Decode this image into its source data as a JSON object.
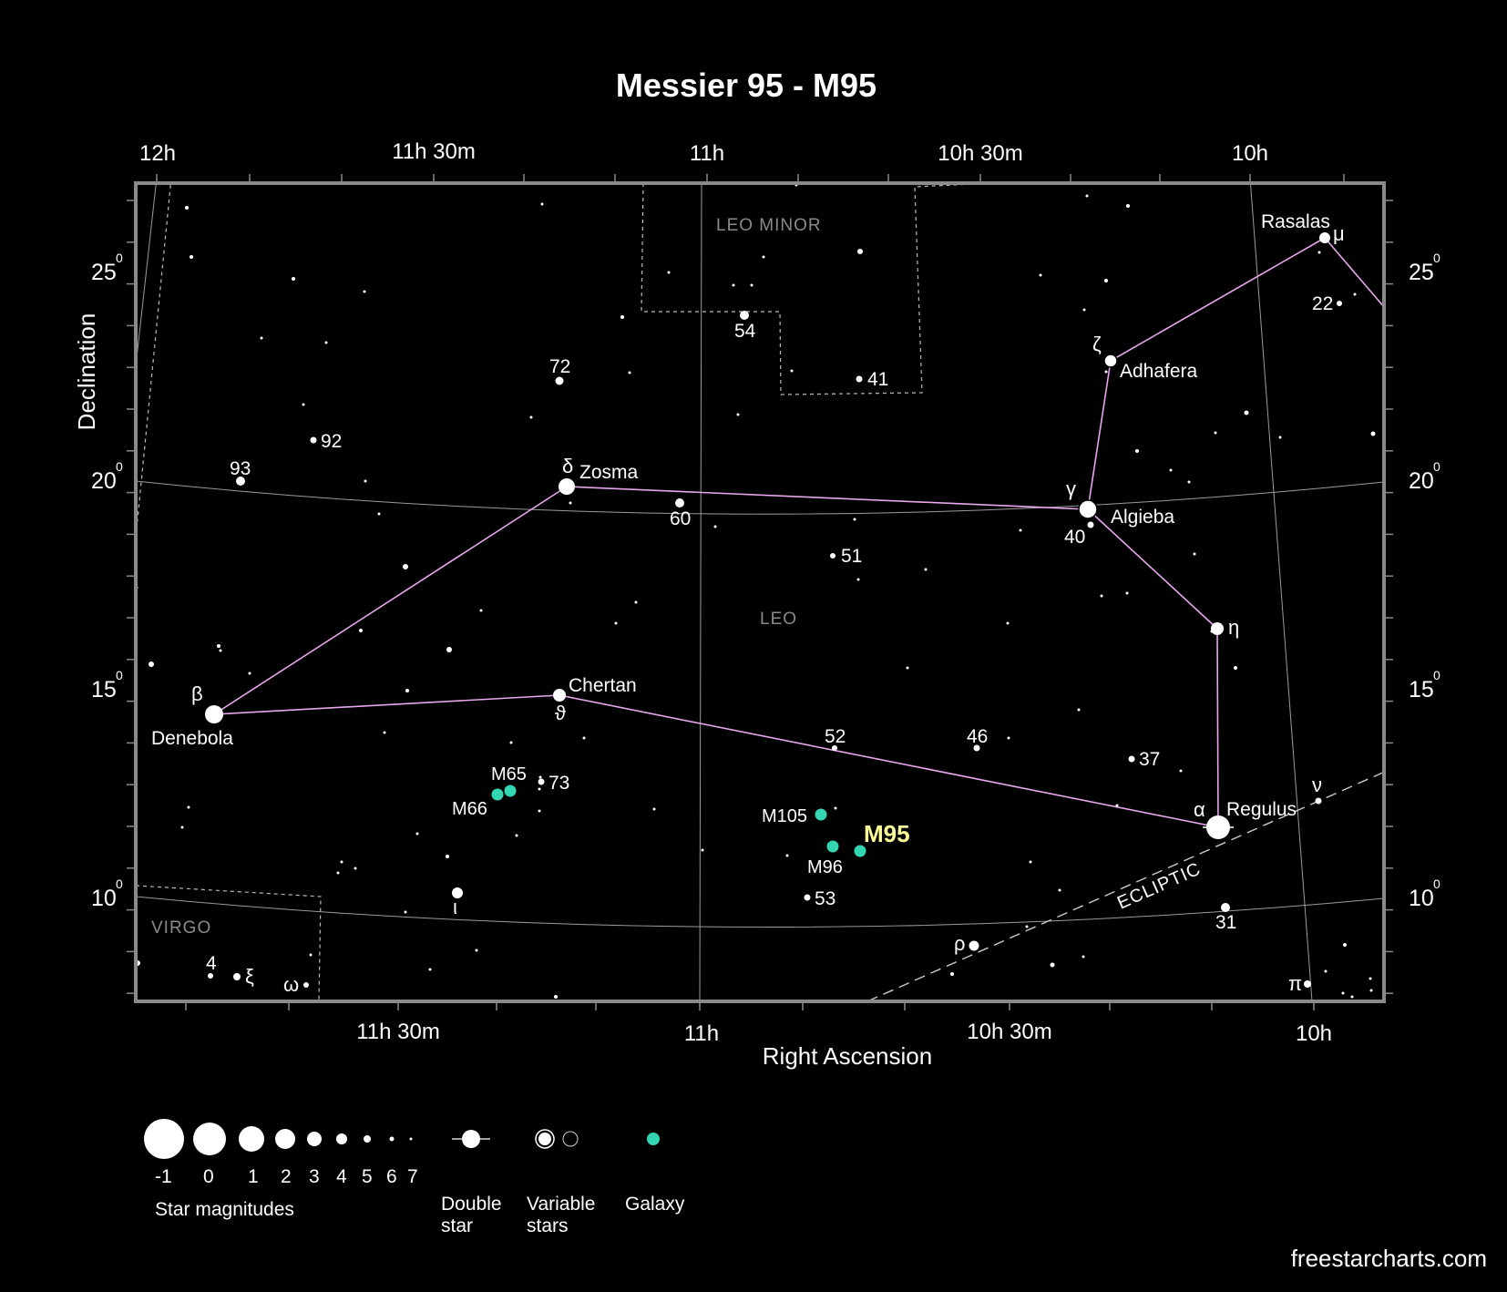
{
  "title": "Messier 95 - M95",
  "credit": "freestarcharts.com",
  "colors": {
    "background": "#000000",
    "frame": "#8a8a8a",
    "grid": "#9a9a9a",
    "constellation_line": "#e8a6ee",
    "boundary": "#bbbbbb",
    "galaxy": "#33d6b0",
    "target": "#ffff9a",
    "text": "#ffffff"
  },
  "axes": {
    "x_name": "Right Ascension",
    "y_name": "Declination",
    "top_ticks": [
      "12h",
      "11h 30m",
      "11h",
      "10h 30m",
      "10h"
    ],
    "bottom_ticks": [
      "11h 30m",
      "11h",
      "10h 30m",
      "10h"
    ],
    "dec_ticks": [
      {
        "value": "25",
        "sup": "0"
      },
      {
        "value": "20",
        "sup": "0"
      },
      {
        "value": "15",
        "sup": "0"
      },
      {
        "value": "10",
        "sup": "0"
      }
    ]
  },
  "constellations": [
    {
      "name": "Leo Minor",
      "display": "LEO MINOR"
    },
    {
      "name": "Leo",
      "display": "LEO"
    },
    {
      "name": "Virgo",
      "display": "VIRGO"
    }
  ],
  "ecliptic_label": "ECLIPTIC",
  "named_stars": [
    {
      "id": "rasalas",
      "name": "Rasalas",
      "greek": "μ"
    },
    {
      "id": "adhafera",
      "name": "Adhafera",
      "greek": "ζ"
    },
    {
      "id": "algieba",
      "name": "Algieba",
      "greek": "γ"
    },
    {
      "id": "zosma",
      "name": "Zosma",
      "greek": "δ"
    },
    {
      "id": "eta",
      "name": "",
      "greek": "η"
    },
    {
      "id": "denebola",
      "name": "Denebola",
      "greek": "β"
    },
    {
      "id": "chertan",
      "name": "Chertan",
      "greek": "ϑ"
    },
    {
      "id": "regulus",
      "name": "Regulus",
      "greek": "α"
    }
  ],
  "numbered_stars": [
    "93",
    "92",
    "72",
    "54",
    "41",
    "22",
    "60",
    "40",
    "51",
    "52",
    "46",
    "37",
    "73",
    "53",
    "31",
    "4"
  ],
  "greek_stars": [
    {
      "id": "iota",
      "greek": "ι"
    },
    {
      "id": "xi",
      "greek": "ξ"
    },
    {
      "id": "omega",
      "greek": "ω"
    },
    {
      "id": "rho",
      "greek": "ρ"
    },
    {
      "id": "nu",
      "greek": "ν"
    },
    {
      "id": "pi",
      "greek": "π"
    }
  ],
  "galaxies": [
    "M65",
    "M66",
    "M105",
    "M96"
  ],
  "target": "M95",
  "legend": {
    "magnitudes": [
      "-1",
      "0",
      "1",
      "2",
      "3",
      "4",
      "5",
      "6",
      "7"
    ],
    "magnitudes_label": "Star magnitudes",
    "double_label": "Double star",
    "double_line1": "Double",
    "double_line2": "star",
    "variable_label": "Variable stars",
    "variable_line1": "Variable",
    "variable_line2": "stars",
    "galaxy_label": "Galaxy"
  }
}
